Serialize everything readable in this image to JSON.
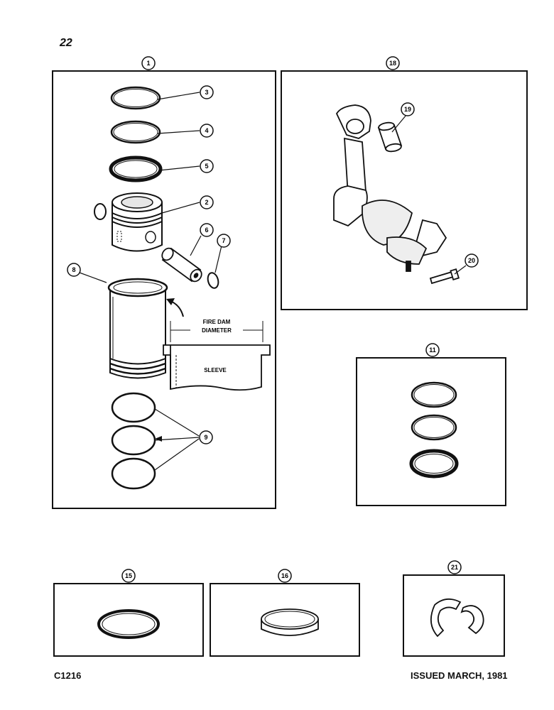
{
  "page": {
    "number": "22",
    "footer_left": "C1216",
    "footer_right": "ISSUED MARCH, 1981"
  },
  "callouts": {
    "c1": "1",
    "c2": "2",
    "c3": "3",
    "c4": "4",
    "c5": "5",
    "c6": "6",
    "c7": "7",
    "c8": "8",
    "c9": "9",
    "c11": "11",
    "c15": "15",
    "c16": "16",
    "c18": "18",
    "c19": "19",
    "c20": "20",
    "c21": "21"
  },
  "labels": {
    "fire_dam": "FIRE DAM",
    "diameter": "DIAMETER",
    "sleeve": "SLEEVE"
  },
  "colors": {
    "ink": "#111111",
    "paper": "#ffffff",
    "shade": "#d8d8d8"
  }
}
